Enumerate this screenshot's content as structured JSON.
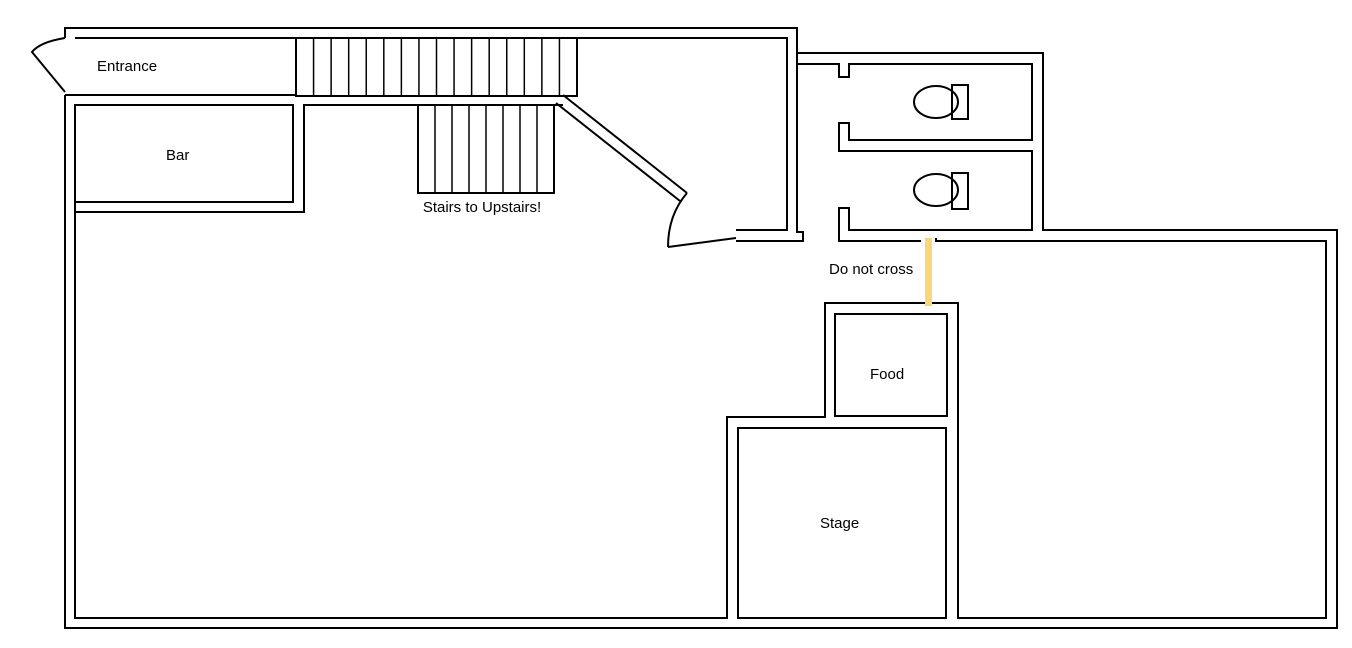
{
  "labels": {
    "entrance": "Entrance",
    "bar": "Bar",
    "stairs": "Stairs to Upstairs!",
    "do_not_cross": "Do not cross",
    "food": "Food",
    "stage": "Stage"
  },
  "colors": {
    "wall": "#000000",
    "background": "#ffffff",
    "barrier": "#f9d776"
  }
}
